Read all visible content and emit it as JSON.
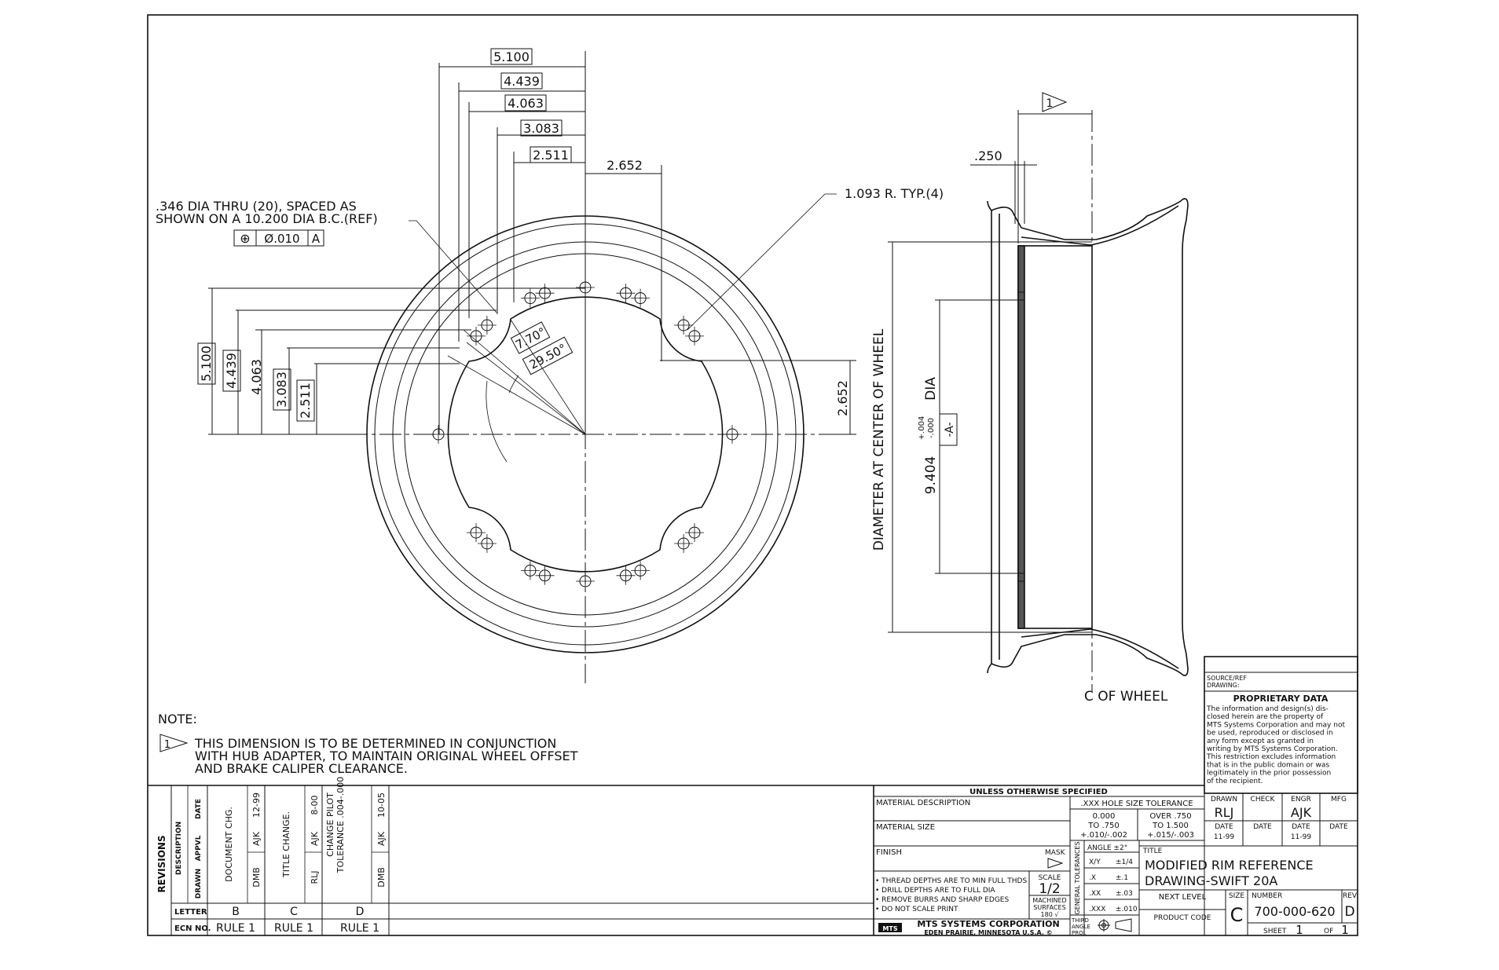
{
  "front_view": {
    "horizontal_dims": [
      "5.100",
      "4.439",
      "4.063",
      "3.083",
      "2.511"
    ],
    "center_offset_dim": "2.652",
    "vertical_dims": [
      "5.100",
      "4.439",
      "4.063",
      "3.083",
      "2.511"
    ],
    "right_vertical_dim": "2.652",
    "hole_note_line1": ".346 DIA THRU (20), SPACED AS",
    "hole_note_line2": "SHOWN ON A 10.200 DIA B.C.(REF)",
    "fcf_symbol": "⊕",
    "fcf_tolerance": "Ø.010",
    "fcf_datum": "A",
    "angle_1": "7.70°",
    "angle_2": "29.50°",
    "radius_note": "1.093 R. TYP.(4)"
  },
  "side_view": {
    "flag_number": "1",
    "thickness_dim": ".250",
    "diameter_label": "DIAMETER AT CENTER OF WHEEL",
    "pilot_dia": "9.404",
    "pilot_tol_plus": "+.004",
    "pilot_tol_minus": "-.000",
    "pilot_dia_word": "DIA",
    "datum_label": "-A-",
    "centerline_label": "C OF WHEEL"
  },
  "note": {
    "heading": "NOTE:",
    "flag_number": "1",
    "line1": "THIS DIMENSION IS TO BE DETERMINED IN CONJUNCTION",
    "line2": "WITH HUB ADAPTER, TO MAINTAIN ORIGINAL WHEEL OFFSET",
    "line3": "AND BRAKE CALIPER CLEARANCE."
  },
  "proprietary": {
    "source_ref_line1": "SOURCE/REF",
    "source_ref_line2": "DRAWING:",
    "heading": "PROPRIETARY DATA",
    "lines": [
      "The information and design(s) dis-",
      "closed herein are the property of",
      "MTS Systems Corporation and may not",
      "be used, reproduced or disclosed in",
      "any form except as granted in",
      "writing by MTS Systems Corporation.",
      "This restriction excludes information",
      "that is in the public domain or was",
      "legitimately in the prior possession",
      "of the recipient."
    ]
  },
  "revisions": {
    "title": "REVISIONS",
    "header_description": "DESCRIPTION",
    "header_drawn": "DRAWN",
    "header_appvl": "APPVL",
    "header_date": "DATE",
    "letter_label": "LETTER",
    "ecn_label": "ECN NO.",
    "rows": [
      {
        "description": "DOCUMENT CHG.",
        "drawn": "DMB",
        "appvl": "AJK",
        "date": "12-99",
        "letter": "B",
        "ecn": "RULE 1"
      },
      {
        "description": "TITLE CHANGE.",
        "drawn": "RLJ",
        "appvl": "AJK",
        "date": "8-00",
        "letter": "C",
        "ecn": "RULE 1"
      },
      {
        "description": "CHANGE PILOT",
        "description2": "TOLERANCE .004-.000",
        "drawn": "DMB",
        "appvl": "AJK",
        "date": "10-05",
        "letter": "D",
        "ecn": "RULE 1"
      }
    ]
  },
  "title_block": {
    "unless_specified": "UNLESS OTHERWISE SPECIFIED",
    "material_description": "MATERIAL DESCRIPTION",
    "material_size": "MATERIAL SIZE",
    "finish": "FINISH",
    "mask": "MASK",
    "notes": [
      "• THREAD DEPTHS ARE TO MIN FULL THDS",
      "• DRILL DEPTHS ARE TO FULL DIA",
      "• REMOVE BURRS AND SHARP EDGES",
      "• DO NOT SCALE PRINT"
    ],
    "scale_label": "SCALE",
    "scale_value": "1/2",
    "machined_line1": "MACHINED",
    "machined_line2": "SURFACES",
    "machined_line3": "180 √",
    "company": "MTS SYSTEMS CORPORATION",
    "company_location": "EDEN PRAIRIE, MINNESOTA U.S.A. ©",
    "logo_text": "MTS",
    "third_angle_line1": "THIRD",
    "third_angle_line2": "ANGLE",
    "third_angle_line3": "PROJ.",
    "hole_tol_title": ".XXX HOLE SIZE TOLERANCE",
    "hole_tol_col1": [
      "0.000",
      "TO .750",
      "+.010/-.002"
    ],
    "hole_tol_col2": [
      "OVER .750",
      "TO 1.500",
      "+.015/-.003"
    ],
    "general_tol_label": "GENERAL TOLERANCES",
    "angle_tol": "ANGLE ±2°",
    "frac_label": "X/Y",
    "frac_tol": "±1/4",
    "x_label": ".X",
    "x_tol": "±.1",
    "xx_label": ".XX",
    "xx_tol": "±.03",
    "xxx_label": ".XXX",
    "xxx_tol": "±.010",
    "drawn_label": "DRAWN",
    "drawn_value": "RLJ",
    "check_label": "CHECK",
    "engr_label": "ENGR",
    "engr_value": "AJK",
    "mfg_label": "MFG",
    "date_label": "DATE",
    "drawn_date": "11-99",
    "engr_date": "11-99",
    "title_label": "TITLE",
    "title_line1": "MODIFIED RIM REFERENCE",
    "title_line2": "DRAWING-SWIFT 20A",
    "next_level": "NEXT LEVEL",
    "product_code": "PRODUCT CODE",
    "size_label": "SIZE",
    "size_value": "C",
    "number_label": "NUMBER",
    "number_value": "700-000-620",
    "rev_label": "REV",
    "rev_value": "D",
    "sheet_label": "SHEET",
    "sheet_value": "1",
    "of_label": "OF",
    "of_value": "1"
  }
}
